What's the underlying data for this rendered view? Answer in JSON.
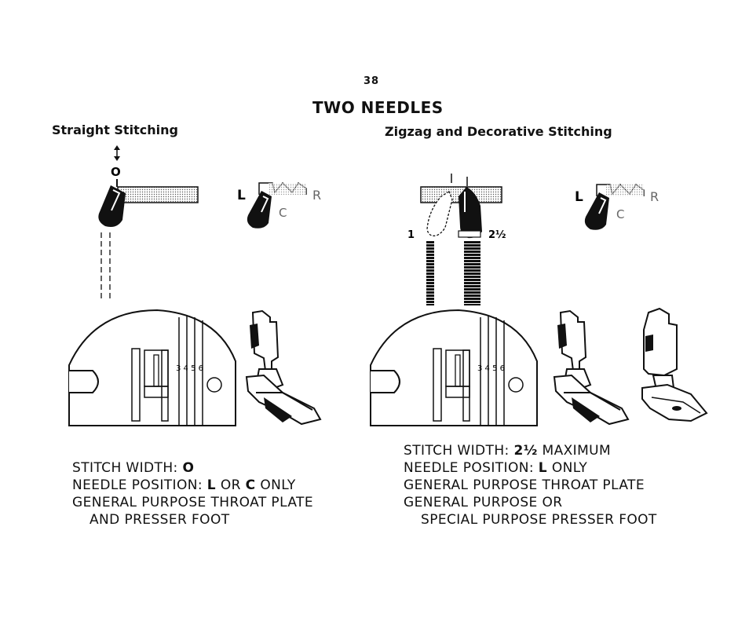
{
  "page": {
    "number": "38",
    "title": "TWO NEEDLES"
  },
  "left_section": {
    "heading": "Straight Stitching",
    "indicator_label": "O",
    "selector": {
      "left_label": "L",
      "center_label": "C",
      "right_label": "R"
    },
    "throat_plate_numbers": "3 4 5 6",
    "specs": {
      "width_label": "STITCH WIDTH:",
      "width_value": "O",
      "position_label": "NEEDLE POSITION:",
      "position_value_1": "L",
      "position_or": "OR",
      "position_value_2": "C",
      "position_suffix": "ONLY",
      "plate_line": "GENERAL PURPOSE THROAT PLATE",
      "foot_line": "AND PRESSER FOOT"
    }
  },
  "right_section": {
    "heading": "Zigzag and Decorative Stitching",
    "lever_label_1": "1",
    "lever_label_2": "2½",
    "selector": {
      "left_label": "L",
      "center_label": "C",
      "right_label": "R"
    },
    "throat_plate_numbers": "3 4 5 6",
    "specs": {
      "width_label": "STITCH WIDTH:",
      "width_value": "2½",
      "width_suffix": "MAXIMUM",
      "position_label": "NEEDLE POSITION:",
      "position_value": "L",
      "position_suffix": "ONLY",
      "plate_line": "GENERAL PURPOSE THROAT PLATE",
      "foot_line_1": "GENERAL PURPOSE OR",
      "foot_line_2": "SPECIAL PURPOSE PRESSER FOOT"
    }
  }
}
